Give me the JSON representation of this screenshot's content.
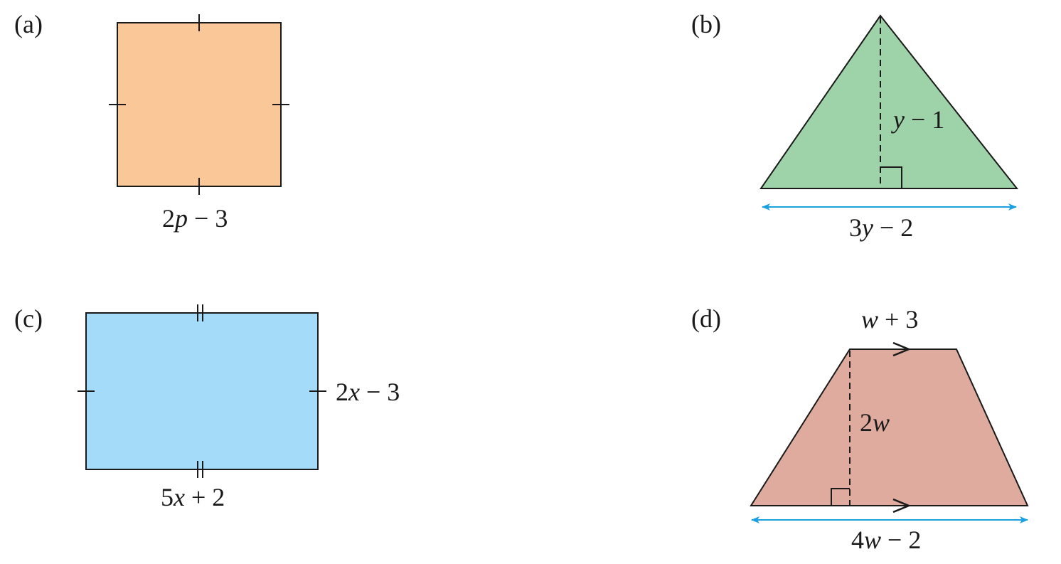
{
  "panels": [
    {
      "id": "a",
      "label": "(a)",
      "shape": "square",
      "fill": "#FAC898",
      "dimensions": {
        "side": "2p − 3"
      }
    },
    {
      "id": "b",
      "label": "(b)",
      "shape": "triangle",
      "fill": "#9ED2A8",
      "dimensions": {
        "height": "y − 1",
        "base": "3y − 2"
      }
    },
    {
      "id": "c",
      "label": "(c)",
      "shape": "rectangle",
      "fill": "#A3DBF8",
      "dimensions": {
        "width": "2x − 3",
        "length": "5x + 2"
      }
    },
    {
      "id": "d",
      "label": "(d)",
      "shape": "trapezium",
      "fill": "#DEAB9E",
      "dimensions": {
        "top": "w + 3",
        "height": "2w",
        "base": "4w − 2"
      }
    }
  ],
  "colors": {
    "stroke": "#1a1a1a",
    "arrow": "#1BA1E2"
  }
}
